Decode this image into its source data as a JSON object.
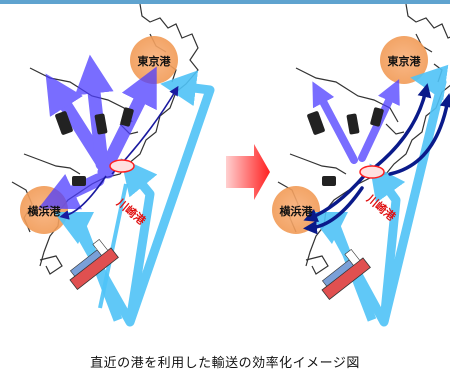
{
  "caption": "直近の港を利用した輸送の効率化イメージ図",
  "panels": [
    {
      "id": "before",
      "ports": {
        "tokyo": "東京港",
        "yokohama": "横浜港",
        "kawasaki": "川崎港"
      }
    },
    {
      "id": "after",
      "ports": {
        "tokyo": "東京港",
        "yokohama": "横浜港",
        "kawasaki": "川崎港"
      }
    }
  ],
  "colors": {
    "light_route": "#4fc3f7",
    "violet_route": "#4d3dff",
    "dark_route": "#0a1a8a",
    "port_circle": "#f4a460",
    "kawasaki_marker": "#ff2020",
    "transition_arrow": "#ff3030"
  },
  "icons": [
    "ship-icon",
    "truck-icon",
    "transition-arrow-icon"
  ]
}
